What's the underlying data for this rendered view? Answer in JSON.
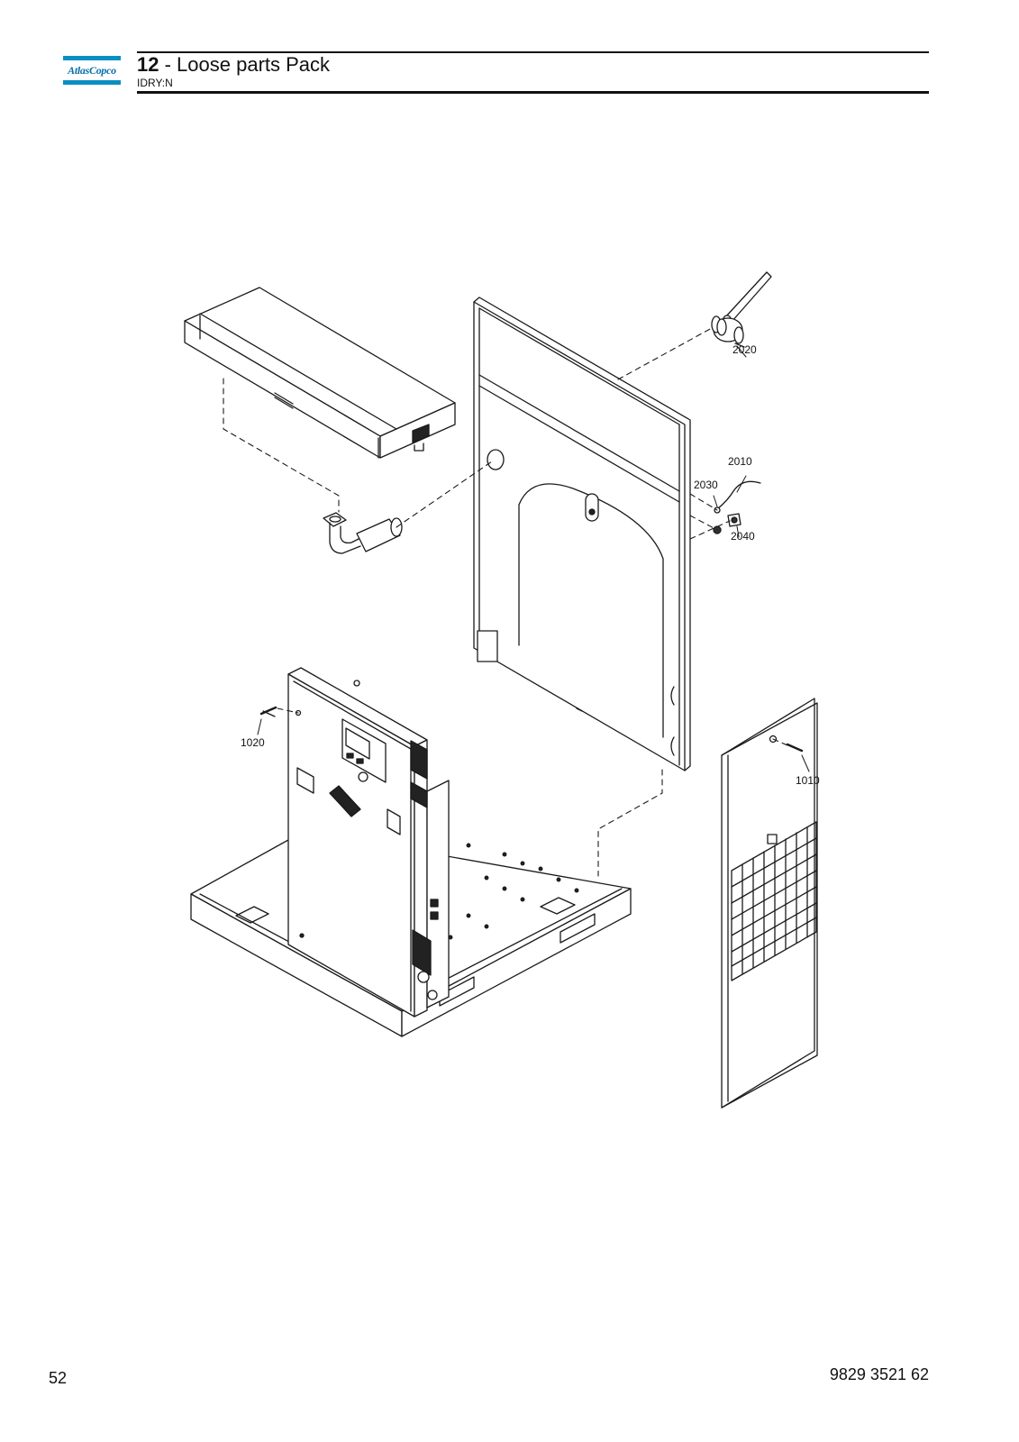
{
  "header": {
    "logo_text": "AtlasCopco",
    "section_number": "12",
    "section_separator": " - ",
    "section_title": "Loose parts Pack",
    "subtitle": "IDRY:N"
  },
  "callouts": {
    "c1010": "1010",
    "c1020": "1020",
    "c2010": "2010",
    "c2020": "2020",
    "c2030": "2030",
    "c2040": "2040"
  },
  "footer": {
    "page_number": "52",
    "document_number": "9829 3521 62"
  }
}
